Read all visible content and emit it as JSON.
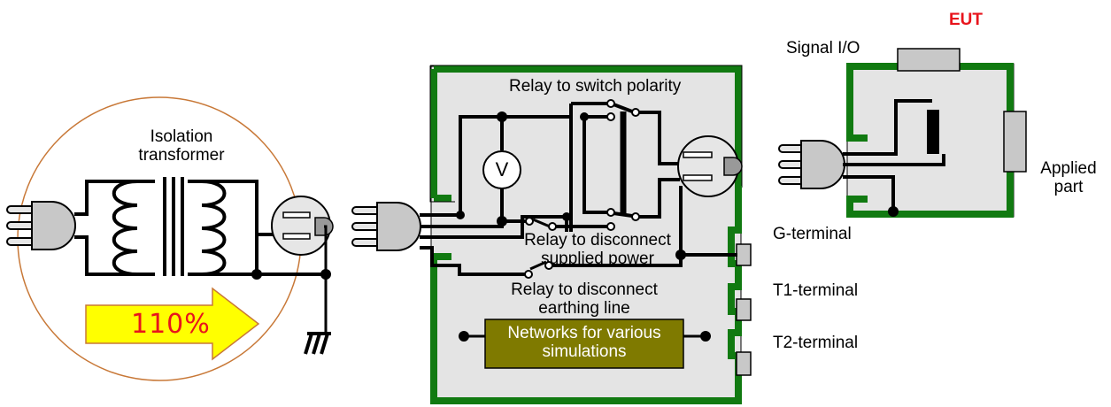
{
  "labels": {
    "eut": "EUT",
    "signal_io": "Signal I/O",
    "applied_part": "Applied\npart",
    "isolation_transformer": "Isolation\ntransformer",
    "percent": "110%",
    "relay_polarity": "Relay to switch polarity",
    "relay_power": "Relay to disconnect\nsupplied power",
    "relay_earth": "Relay to disconnect\nearthing line",
    "networks": "Networks for various\nsimulations",
    "g_terminal": "G-terminal",
    "t1_terminal": "T1-terminal",
    "t2_terminal": "T2-terminal",
    "voltmeter": "V"
  },
  "colors": {
    "enclosure_green": "#117a11",
    "box_fill": "#e4e4e4",
    "network_fill": "#7f7a00",
    "arrow_fill": "#ffff00",
    "label_red": "#e8141c",
    "circle_stroke": "#c87837"
  }
}
